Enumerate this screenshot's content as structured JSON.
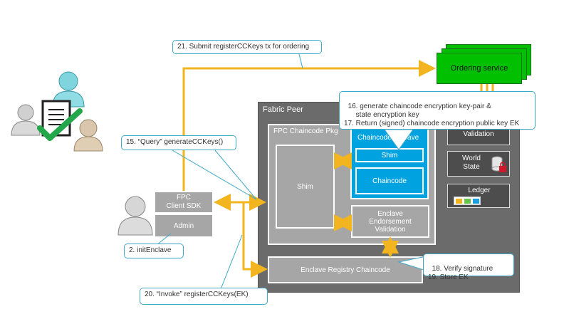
{
  "orderer": {
    "label": "Ordering service"
  },
  "peer": {
    "title": "Fabric Peer",
    "validation_label": "Validation",
    "world_state_label": "World\nState",
    "ledger_label": "Ledger"
  },
  "fpc_pkg": {
    "title": "FPC Chaincode Pkg",
    "shim_label": "Shim",
    "enclave_title": "Chaincode Enclave",
    "enclave_shim_label": "Shim",
    "enclave_chaincode_label": "Chaincode",
    "endorsement_label": "Enclave\nEndorsement\nValidation"
  },
  "client": {
    "sdk_label": "FPC\nClient SDK",
    "admin_label": "Admin"
  },
  "registry": {
    "label": "Enclave Registry Chaincode"
  },
  "callouts": {
    "submit": "21. Submit registerCCKeys tx for ordering",
    "generate": "16. generate chaincode encryption key-pair &\n      state encryption key\n17. Return (signed) chaincode encryption public key EK",
    "query": "15. “Query” generateCCKeys()",
    "init": "2. initEnclave",
    "verify": "18. Verify signature\n19. Store EK",
    "invoke": "20. “Invoke” registerCCKeys(EK)"
  },
  "colors": {
    "peer_bg": "#6b6b6b",
    "box_gray": "#a6a6a6",
    "enclave_blue": "#00a3e0",
    "orderer_green": "#00c000",
    "arrow_orange": "#f2b51f",
    "callout_border": "#3fa9c9"
  }
}
